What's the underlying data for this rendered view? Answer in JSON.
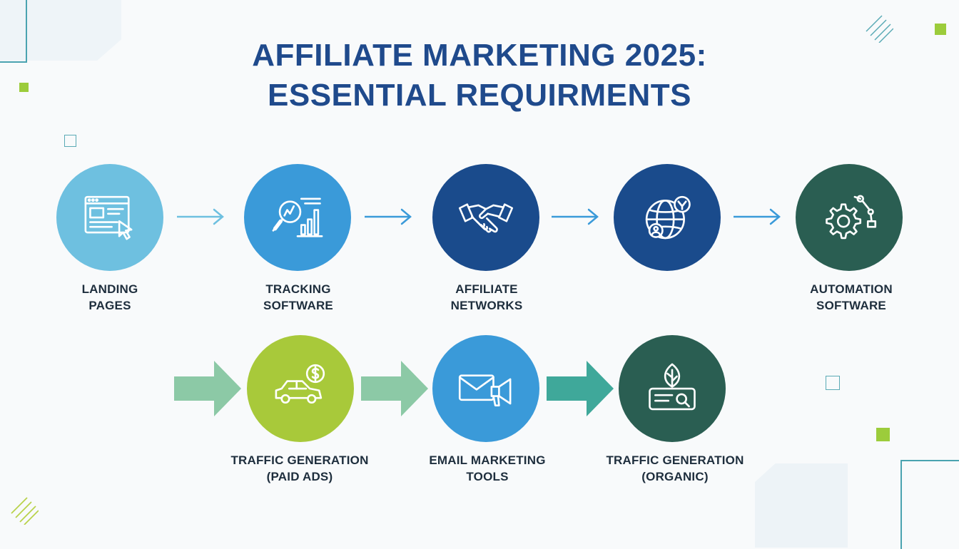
{
  "title": {
    "line1": "AFFILIATE MARKETING 2025:",
    "line2": "ESSENTIAL REQUIRMENTS"
  },
  "colors": {
    "title": "#1f4a8c",
    "label": "#1e2e3d",
    "light_blue": "#6ec0e0",
    "mid_blue": "#3a9ad9",
    "navy": "#1a4b8c",
    "dark_green": "#2a5e52",
    "lime": "#a8c93a",
    "accent_lime": "#9ccc3b",
    "accent_teal": "#4aa3b0"
  },
  "top_row": [
    {
      "icon": "landing-page-icon",
      "label": [
        "LANDING",
        "PAGES"
      ]
    },
    {
      "icon": "magnifier-chart-icon",
      "label": [
        "TRACKING",
        "SOFTWARE"
      ]
    },
    {
      "icon": "handshake-icon",
      "label": [
        "AFFILIATE",
        "NETWORKS"
      ]
    },
    {
      "icon": "globe-network-icon",
      "label": []
    },
    {
      "icon": "gear-robot-arm-icon",
      "label": [
        "AUTOMATION",
        "SOFTWARE"
      ]
    }
  ],
  "bottom_row": [
    {
      "icon": "car-dollar-icon",
      "label": [
        "TRAFFIC GENERATION",
        "(PAID ADS)"
      ]
    },
    {
      "icon": "envelope-megaphone-icon",
      "label": [
        "EMAIL MARKETING",
        "TOOLS"
      ]
    },
    {
      "icon": "leaf-search-icon",
      "label": [
        "TRAFFIC GENERATION",
        "(ORGANIC)"
      ]
    }
  ]
}
